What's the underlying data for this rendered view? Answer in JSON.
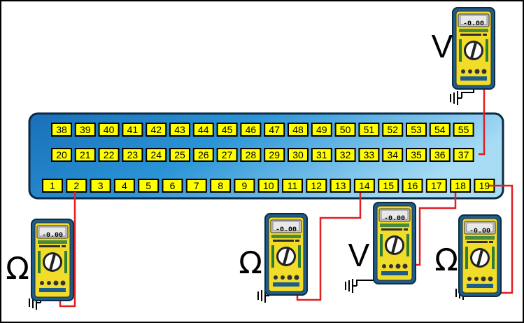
{
  "connector": {
    "rows": [
      [
        "38",
        "39",
        "40",
        "41",
        "42",
        "43",
        "44",
        "45",
        "46",
        "47",
        "48",
        "49",
        "50",
        "51",
        "52",
        "53",
        "54",
        "55"
      ],
      [
        "20",
        "21",
        "22",
        "23",
        "24",
        "25",
        "26",
        "27",
        "28",
        "29",
        "30",
        "31",
        "32",
        "33",
        "34",
        "35",
        "36",
        "37"
      ],
      [
        "1",
        "2",
        "3",
        "4",
        "5",
        "6",
        "7",
        "8",
        "9",
        "10",
        "11",
        "12",
        "13",
        "14",
        "15",
        "16",
        "17",
        "18",
        "19"
      ]
    ]
  },
  "meters": [
    {
      "id": "m37",
      "symbol": "V",
      "display": "-0.00",
      "pin": "37"
    },
    {
      "id": "m2",
      "symbol": "Ω",
      "display": "-0.00",
      "pin": "2"
    },
    {
      "id": "m14",
      "symbol": "Ω",
      "display": "-0.00",
      "pin": "14"
    },
    {
      "id": "m18",
      "symbol": "V",
      "display": "-0.00",
      "pin": "18"
    },
    {
      "id": "m19",
      "symbol": "Ω",
      "display": "-0.00",
      "pin": "19"
    }
  ],
  "colors": {
    "pin_fill": "#ffff00",
    "connector_dark": "#1f7fc4",
    "connector_light": "#8fd0f2",
    "wire": "#e02020",
    "meter_body": "#1d5d8a",
    "meter_face": "#f2dc2a"
  }
}
